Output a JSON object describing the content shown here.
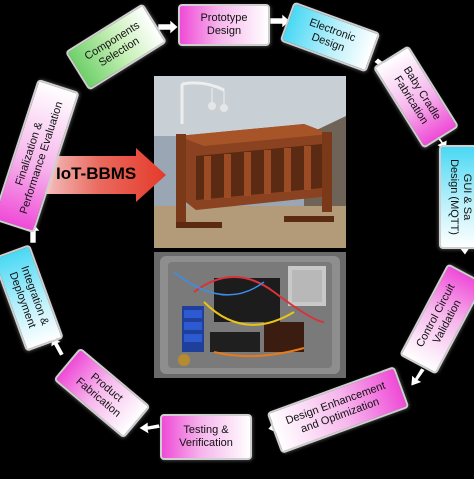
{
  "title_label": "IoT-BBMS",
  "steps": [
    {
      "id": "components",
      "text": "Components\nSelection"
    },
    {
      "id": "prototype",
      "text": "Prototype\nDesign"
    },
    {
      "id": "electronic",
      "text": "Electronic\nDesign"
    },
    {
      "id": "cradle",
      "text": "Baby Cradle\nFabrication"
    },
    {
      "id": "gui",
      "text": "GUI & Sa\nDesign (MQTT)"
    },
    {
      "id": "control",
      "text": "Control Circuit\nValidation"
    },
    {
      "id": "enhancement",
      "text": "Design Enhancement\nand Optimization"
    },
    {
      "id": "testing",
      "text": "Testing &\nVerification"
    },
    {
      "id": "product",
      "text": "Product\nFabrication"
    },
    {
      "id": "integration",
      "text": "Integration &\nDeployment"
    },
    {
      "id": "finalization",
      "text": "Finalization &\nPerformance Evaluation"
    }
  ],
  "colors": {
    "magenta": "#ef4bd7",
    "cyan": "#49d8f4",
    "green": "#6fd06a",
    "arrow_red": "#e43a2a",
    "background": "#000000"
  }
}
